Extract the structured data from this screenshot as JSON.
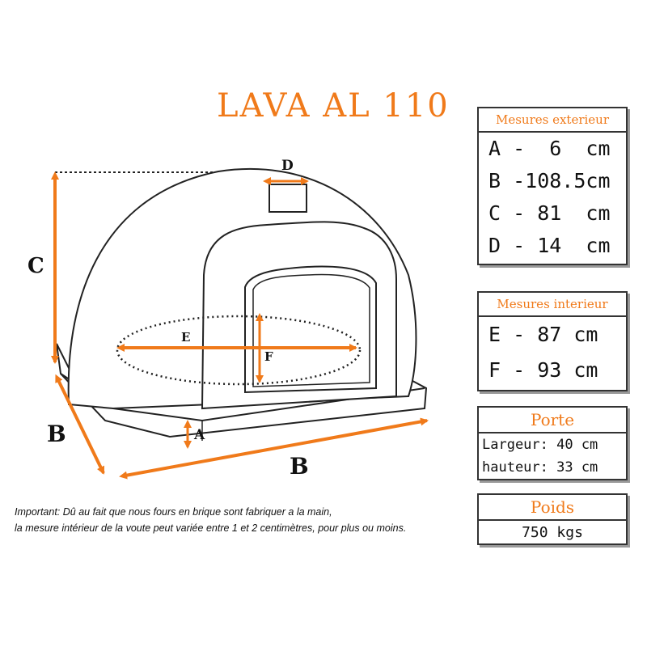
{
  "title": "LAVA AL 110",
  "diagram_labels": {
    "a": "A",
    "b_left": "B",
    "b_bottom": "B",
    "c": "C",
    "d": "D",
    "e": "E",
    "f": "F"
  },
  "exterior": {
    "heading": "Mesures exterieur",
    "rows": [
      "A -  6  cm",
      "B -108.5cm",
      "C - 81  cm",
      "D - 14  cm"
    ]
  },
  "interior": {
    "heading": "Mesures interieur",
    "rows": [
      "E - 87 cm",
      "F - 93 cm"
    ]
  },
  "door": {
    "heading": "Porte",
    "rows": [
      "Largeur: 40 cm",
      "hauteur: 33 cm"
    ]
  },
  "weight": {
    "heading": "Poids",
    "value": "750 kgs"
  },
  "note": {
    "line1": "Important: Dû au fait que nous fours en brique sont fabriquer a la main,",
    "line2": "la mesure intérieur de la voute peut variée entre 1 et 2 centimètres, pour plus ou moins."
  },
  "colors": {
    "accent": "#f07a1a",
    "outline": "#222222"
  }
}
